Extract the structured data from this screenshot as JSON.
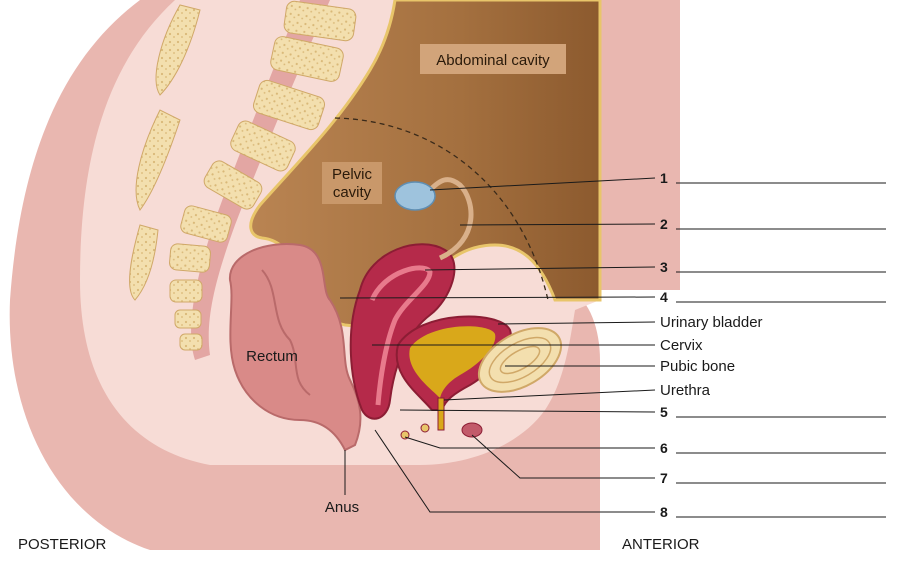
{
  "regions": {
    "abdominal_cavity": "Abdominal cavity",
    "pelvic_cavity_line1": "Pelvic",
    "pelvic_cavity_line2": "cavity",
    "rectum": "Rectum",
    "anus": "Anus"
  },
  "orientation": {
    "posterior": "POSTERIOR",
    "anterior": "ANTERIOR"
  },
  "labels": [
    {
      "id": "1",
      "text": "1"
    },
    {
      "id": "2",
      "text": "2"
    },
    {
      "id": "3",
      "text": "3"
    },
    {
      "id": "4",
      "text": "4"
    },
    {
      "id": "urinary_bladder",
      "text": "Urinary bladder"
    },
    {
      "id": "cervix",
      "text": "Cervix"
    },
    {
      "id": "pubic_bone",
      "text": "Pubic bone"
    },
    {
      "id": "urethra",
      "text": "Urethra"
    },
    {
      "id": "5",
      "text": "5"
    },
    {
      "id": "6",
      "text": "6"
    },
    {
      "id": "7",
      "text": "7"
    },
    {
      "id": "8",
      "text": "8"
    }
  ],
  "colors": {
    "skin": "#e9b7b0",
    "skin_light": "#f6d9d4",
    "cavity": "#a87443",
    "cavity_light": "#d2a47a",
    "bone": "#f3dfae",
    "bone_dark": "#d8b978",
    "disc": "#e3a6a3",
    "uterus": "#b52a4a",
    "bladder_wall": "#b52a4a",
    "urine": "#d9a81a",
    "rectum": "#d98a88",
    "ovary": "#9ec3dd"
  }
}
